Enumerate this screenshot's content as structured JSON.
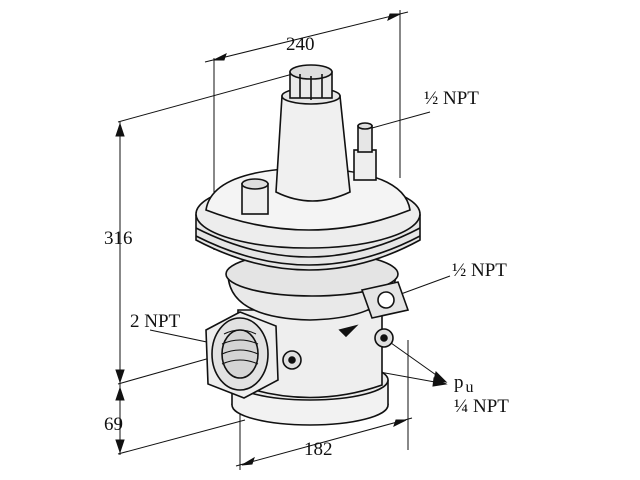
{
  "dimensions": {
    "width_top": "240",
    "height_total": "316",
    "height_bottom": "69",
    "width_bottom": "182"
  },
  "callouts": {
    "top_port": "½ NPT",
    "side_port": "½ NPT",
    "main_port": "2 NPT",
    "pressure_tap_symbol": "p",
    "pressure_tap_subscript": "u",
    "pressure_tap_thread": "¼ NPT"
  }
}
